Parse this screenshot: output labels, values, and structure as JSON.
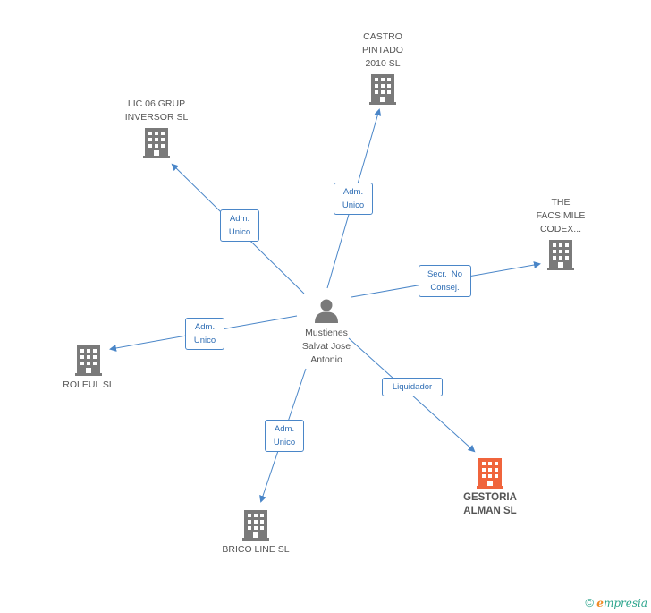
{
  "colors": {
    "edge": "#4a86c8",
    "building": "#7a7a7a",
    "focus_building": "#f0643c",
    "person": "#7a7a7a"
  },
  "center": {
    "name_lines": [
      "Mustienes",
      "Salvat Jose",
      "Antonio"
    ],
    "icon": "person-icon"
  },
  "nodes": [
    {
      "id": "castro",
      "lines": [
        "CASTRO",
        "PINTADO",
        "2010 SL"
      ],
      "icon": "building-icon"
    },
    {
      "id": "lic06",
      "lines": [
        "LIC 06 GRUP",
        "INVERSOR SL"
      ],
      "icon": "building-icon"
    },
    {
      "id": "facsimile",
      "lines": [
        "THE",
        "FACSIMILE",
        "CODEX..."
      ],
      "icon": "building-icon"
    },
    {
      "id": "roleul",
      "lines": [
        "ROLEUL SL"
      ],
      "icon": "building-icon"
    },
    {
      "id": "gestoria",
      "lines": [
        "GESTORIA",
        "ALMAN SL"
      ],
      "icon": "building-icon"
    },
    {
      "id": "brico",
      "lines": [
        "BRICO LINE SL"
      ],
      "icon": "building-icon"
    }
  ],
  "edge_labels": {
    "castro": [
      "Adm.",
      "Unico"
    ],
    "lic06": [
      "Adm.",
      "Unico"
    ],
    "facsimile": [
      "Secr.  No",
      "Consej."
    ],
    "roleul": [
      "Adm.",
      "Unico"
    ],
    "gestoria": [
      "Liquidador"
    ],
    "brico": [
      "Adm.",
      "Unico"
    ]
  },
  "footer": {
    "copyright": "©",
    "brand_initial": "e",
    "brand_rest": "mpresia"
  }
}
